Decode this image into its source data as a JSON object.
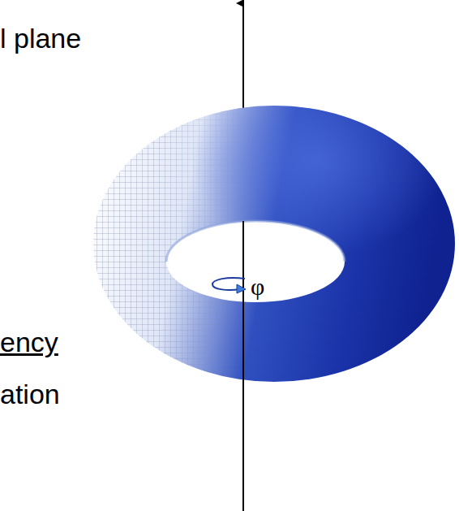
{
  "diagram": {
    "labels": [
      "l plane",
      "ency",
      "ation",
      "φ"
    ]
  }
}
